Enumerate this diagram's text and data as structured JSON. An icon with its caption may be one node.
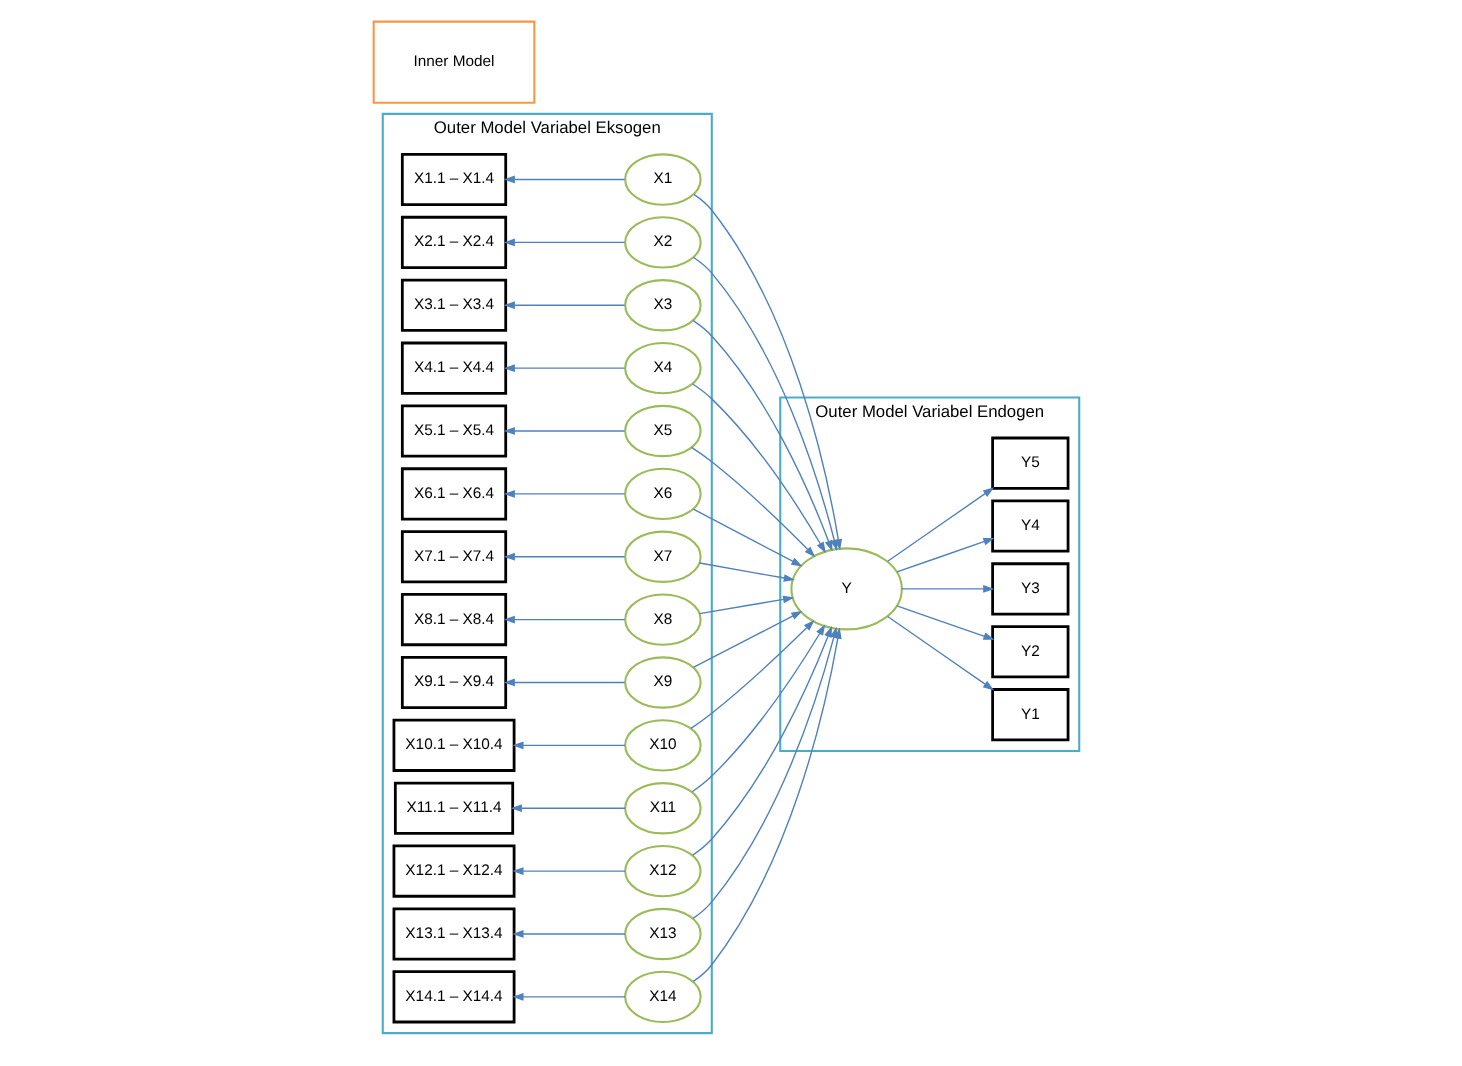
{
  "diagram": {
    "nodes": [
      {
        "text": [
          "Outer Model Variabel Eksogen"
        ]
      },
      {
        "text": [
          "X1.1 – X1.4"
        ],
        "in": 0
      },
      {
        "text": [
          "X2.1 – X2.4"
        ],
        "in": 0
      },
      {
        "text": [
          "X3.1 – X3.4"
        ],
        "in": 0
      },
      {
        "text": [
          "X4.1 – X4.4"
        ],
        "in": 0
      },
      {
        "text": [
          "X5.1 – X5.4"
        ],
        "in": 0
      },
      {
        "text": [
          "X6.1 – X6.4"
        ],
        "in": 0
      },
      {
        "text": [
          "X7.1 – X7.4"
        ],
        "in": 0
      },
      {
        "text": [
          "X8.1 – X8.4"
        ],
        "in": 0
      },
      {
        "text": [
          "X9.1 – X9.4"
        ],
        "in": 0
      },
      {
        "text": [
          "X10.1 – X10.4"
        ],
        "in": 0
      },
      {
        "text": [
          "X11.1 – X11.4"
        ],
        "in": 0
      },
      {
        "text": [
          "X12.1 – X12.4"
        ],
        "in": 0
      },
      {
        "text": [
          "X13.1 – X13.4"
        ],
        "in": 0
      },
      {
        "text": [
          "X14.1 – X14.4"
        ],
        "in": 0
      },
      {
        "text": [
          "X1"
        ],
        "in": 0
      },
      {
        "text": [
          "X2"
        ],
        "in": 0
      },
      {
        "text": [
          "X3"
        ],
        "in": 0
      },
      {
        "text": [
          "X4"
        ],
        "in": 0
      },
      {
        "text": [
          "X5"
        ],
        "in": 0
      },
      {
        "text": [
          "X6"
        ],
        "in": 0
      },
      {
        "text": [
          "X7"
        ],
        "in": 0
      },
      {
        "text": [
          "X8"
        ],
        "in": 0
      },
      {
        "text": [
          "X9"
        ],
        "in": 0
      },
      {
        "text": [
          "X10"
        ],
        "in": 0
      },
      {
        "text": [
          "X11"
        ],
        "in": 0
      },
      {
        "text": [
          "X12"
        ],
        "in": 0
      },
      {
        "text": [
          "X13"
        ],
        "in": 0
      },
      {
        "text": [
          "X14"
        ],
        "in": 0
      },
      {
        "text": [
          "Inner Model"
        ]
      },
      {
        "text": [
          "Outer Model Variabel Endogen"
        ]
      },
      {
        "text": [
          "Y"
        ],
        "in": 30
      },
      {
        "text": [
          "Y1"
        ],
        "in": 30
      },
      {
        "text": [
          "Y2"
        ],
        "in": 30
      },
      {
        "text": [
          "Y3"
        ],
        "in": 30
      },
      {
        "text": [
          "Y4"
        ],
        "in": 30
      },
      {
        "text": [
          "Y5"
        ],
        "in": 30
      }
    ],
    "edges": [
      {
        "from": 15,
        "to": 1,
        "arrow": "to"
      },
      {
        "from": 16,
        "to": 2,
        "arrow": "to"
      },
      {
        "from": 17,
        "to": 3,
        "arrow": "to"
      },
      {
        "from": 18,
        "to": 4,
        "arrow": "to"
      },
      {
        "from": 19,
        "to": 5,
        "arrow": "to"
      },
      {
        "from": 20,
        "to": 6,
        "arrow": "to"
      },
      {
        "from": 21,
        "to": 7,
        "arrow": "to"
      },
      {
        "from": 22,
        "to": 8,
        "arrow": "to"
      },
      {
        "from": 23,
        "to": 9,
        "arrow": "to"
      },
      {
        "from": 24,
        "to": 10,
        "arrow": "to"
      },
      {
        "from": 25,
        "to": 11,
        "arrow": "to"
      },
      {
        "from": 26,
        "to": 12,
        "arrow": "to"
      },
      {
        "from": 27,
        "to": 13,
        "arrow": "to"
      },
      {
        "from": 28,
        "to": 14,
        "arrow": "to"
      },
      {
        "from": 15,
        "to": 31,
        "arrow": "to"
      },
      {
        "from": 16,
        "to": 31,
        "arrow": "to"
      },
      {
        "from": 17,
        "to": 31,
        "arrow": "to"
      },
      {
        "from": 18,
        "to": 31,
        "arrow": "to"
      },
      {
        "from": 19,
        "to": 31,
        "arrow": "to"
      },
      {
        "from": 20,
        "to": 31,
        "arrow": "to"
      },
      {
        "from": 21,
        "to": 31,
        "arrow": "to"
      },
      {
        "from": 22,
        "to": 31,
        "arrow": "to"
      },
      {
        "from": 23,
        "to": 31,
        "arrow": "to"
      },
      {
        "from": 24,
        "to": 31,
        "arrow": "to"
      },
      {
        "from": 25,
        "to": 31,
        "arrow": "to"
      },
      {
        "from": 26,
        "to": 31,
        "arrow": "to"
      },
      {
        "from": 27,
        "to": 31,
        "arrow": "to"
      },
      {
        "from": 28,
        "to": 31,
        "arrow": "to"
      },
      {
        "from": 31,
        "to": 32,
        "arrow": "to"
      },
      {
        "from": 31,
        "to": 33,
        "arrow": "to"
      },
      {
        "from": 31,
        "to": 34,
        "arrow": "to"
      },
      {
        "from": 31,
        "to": 35,
        "arrow": "to"
      },
      {
        "from": 31,
        "to": 36,
        "arrow": "to"
      }
    ]
  }
}
